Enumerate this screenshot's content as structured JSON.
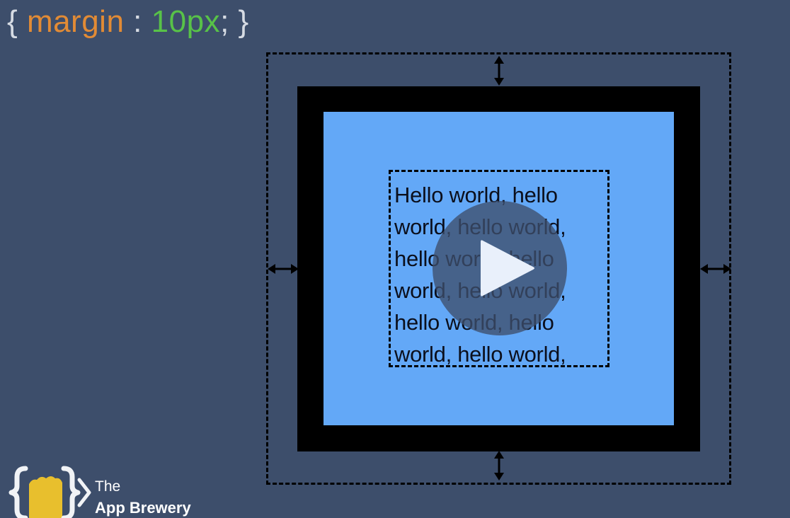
{
  "title": {
    "open_brace": "{",
    "property": "margin",
    "separator": ":",
    "value": "10px",
    "semicolon": ";",
    "close_brace": "}"
  },
  "content": {
    "text": "Hello world, hello\nworld, hello world,\nhello world, hello\nworld, hello world,\nhello world, hello\nworld, hello world,"
  },
  "logo": {
    "line1": "The",
    "line2": "App Brewery"
  },
  "colors": {
    "background": "#3d4e6b",
    "property": "#e28b35",
    "value": "#58c248",
    "padding_area": "#63a8f7",
    "border_area": "#000000"
  },
  "icons": {
    "play": "play-icon",
    "arrows": "double-headed-arrow-icon"
  }
}
